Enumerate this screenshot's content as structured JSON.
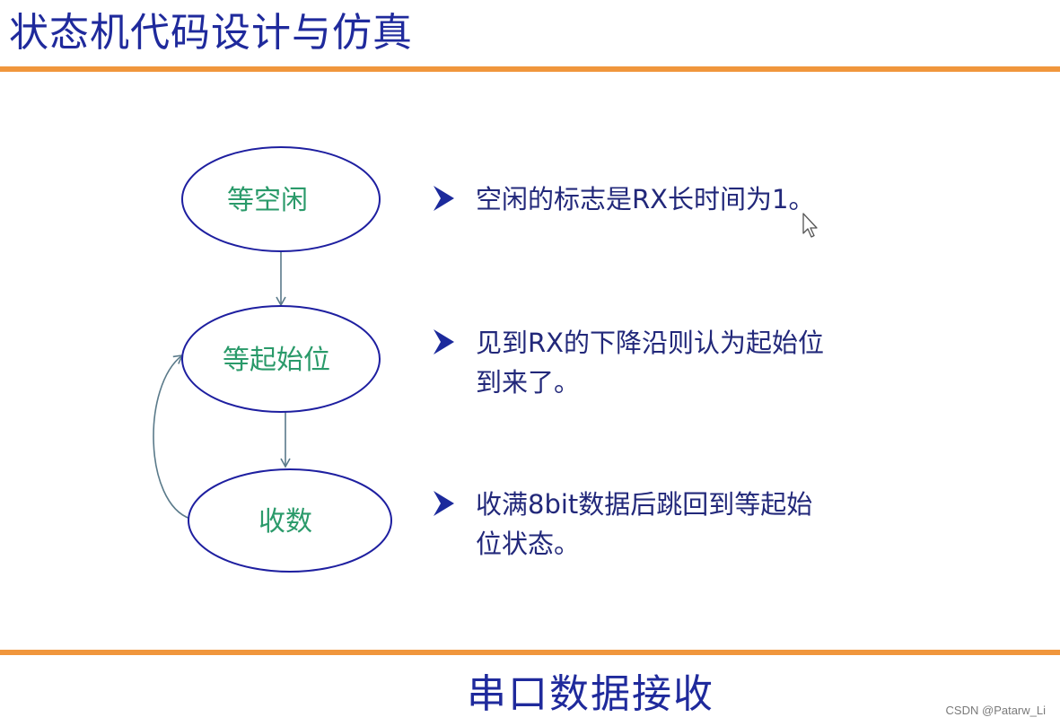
{
  "title": "状态机代码设计与仿真",
  "footer_title": "串口数据接收",
  "watermark": "CSDN @Patarw_Li",
  "colors": {
    "title_text": "#1f2a9c",
    "rule": "#f0963c",
    "node_stroke": "#1e1fa0",
    "node_label": "#2a9a6a",
    "edge": "#5a7a8a",
    "bullet_marker": "#1c2a9c",
    "bullet_text": "#22287a"
  },
  "diagram": {
    "nodes": [
      {
        "id": "idle",
        "label": "等空闲"
      },
      {
        "id": "start",
        "label": "等起始位"
      },
      {
        "id": "recv",
        "label": "收数"
      }
    ],
    "edges": [
      {
        "from": "idle",
        "to": "start"
      },
      {
        "from": "start",
        "to": "recv"
      },
      {
        "from": "recv",
        "to": "start"
      }
    ]
  },
  "bullets": [
    {
      "lines": [
        "空闲的标志是RX长时间为1。"
      ]
    },
    {
      "lines": [
        "见到RX的下降沿则认为起始位",
        "到来了。"
      ]
    },
    {
      "lines": [
        "收满8bit数据后跳回到等起始",
        "位状态。"
      ]
    }
  ],
  "icons": {
    "bullet": "arrowhead-bullet-icon",
    "cursor": "mouse-pointer-icon"
  }
}
